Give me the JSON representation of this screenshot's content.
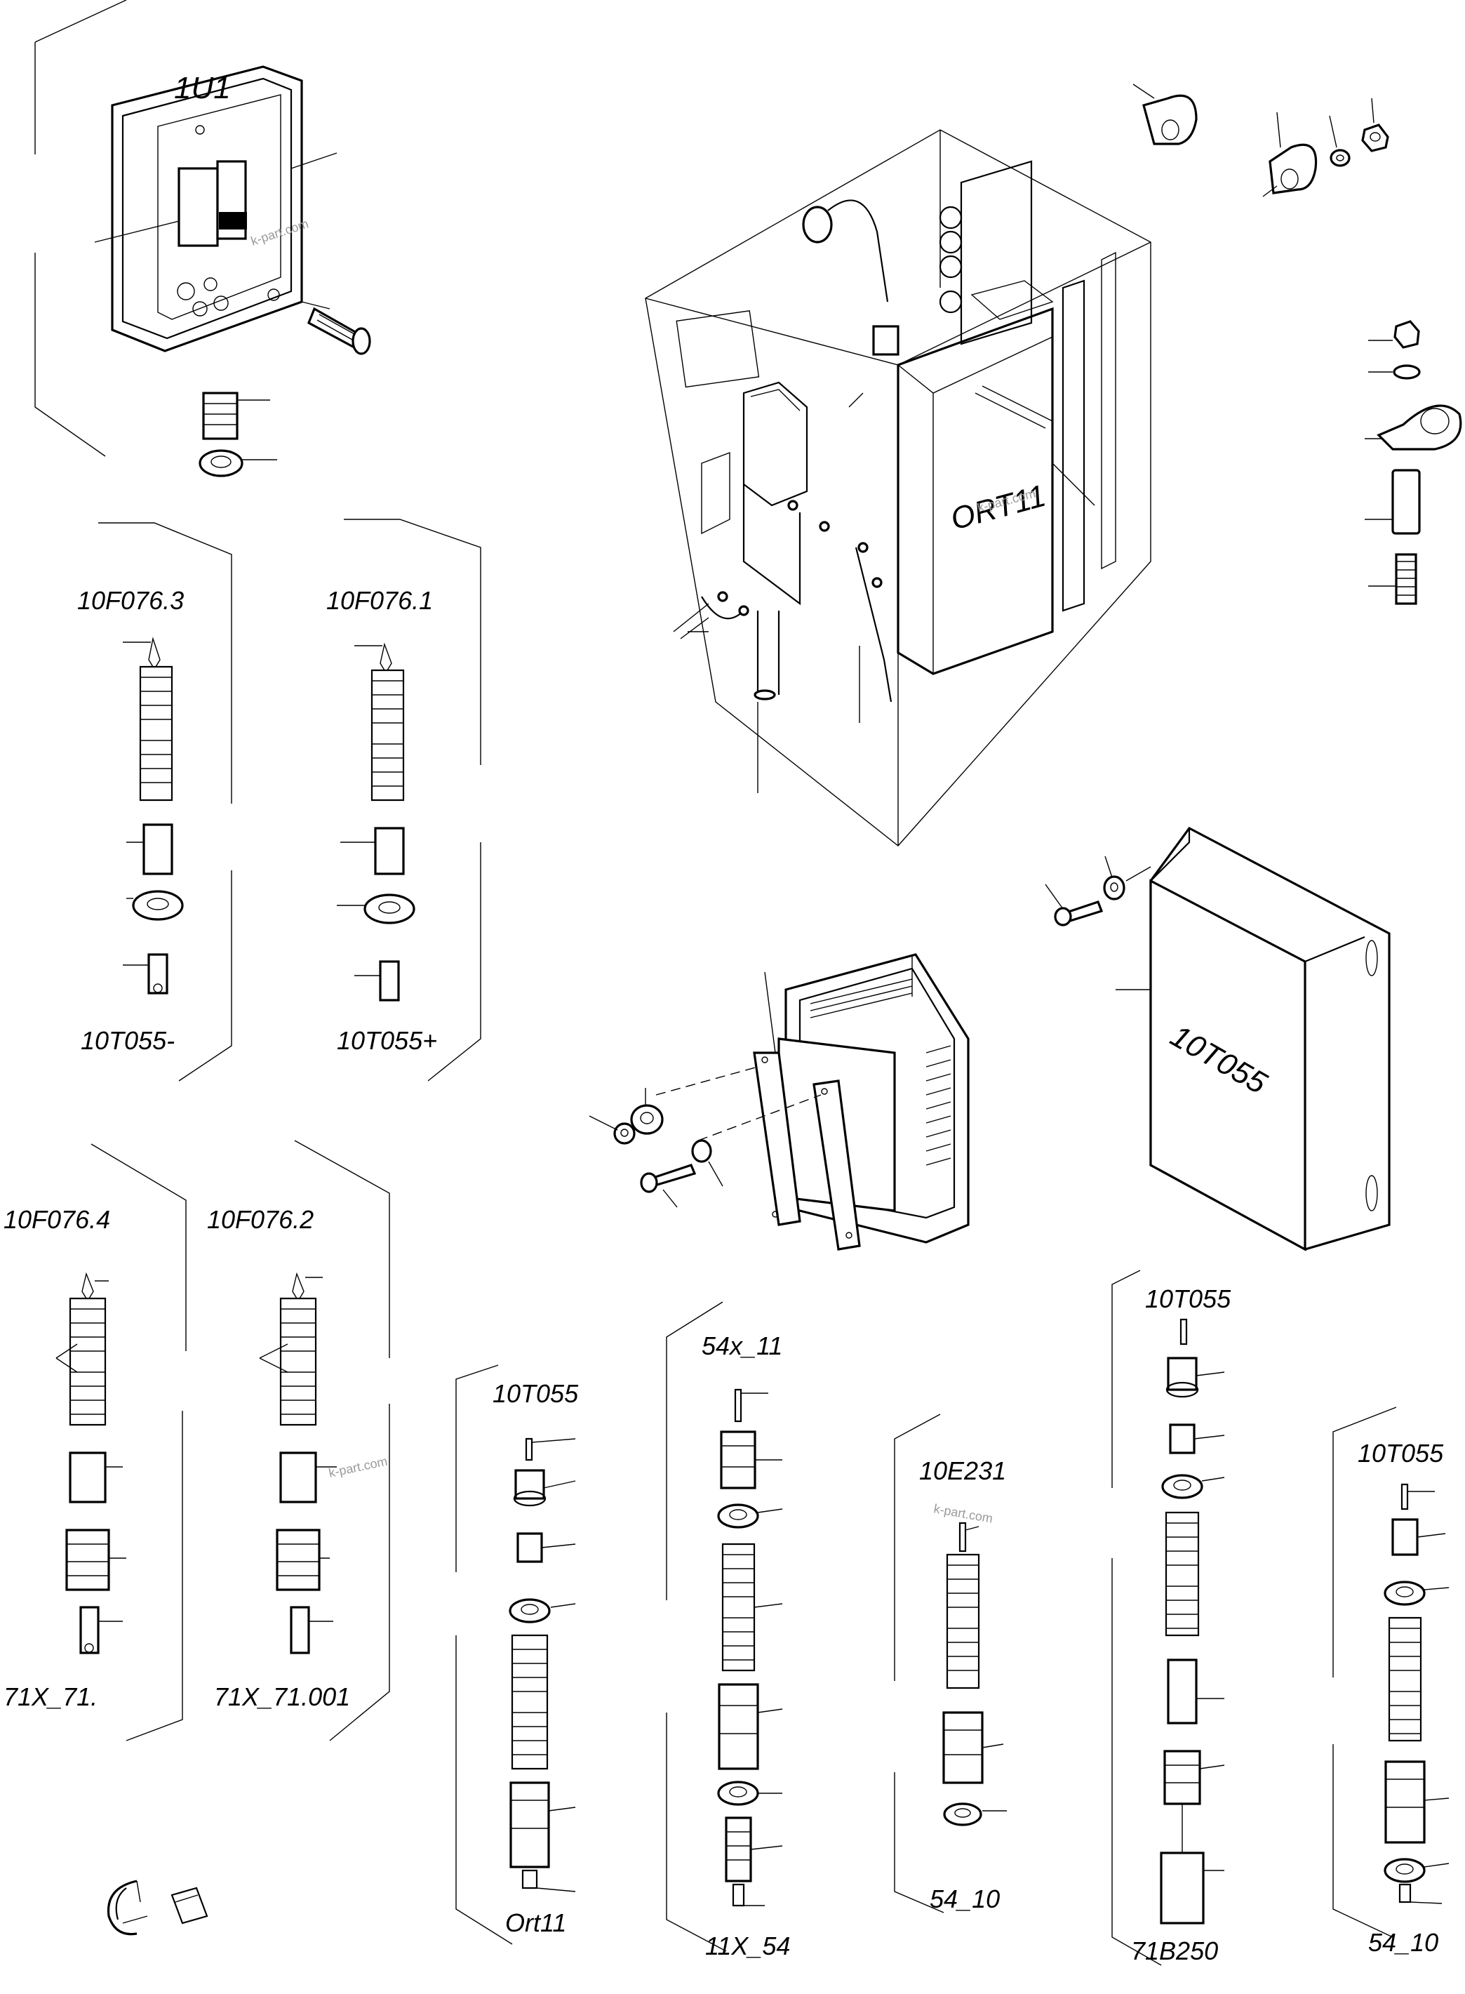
{
  "labels": {
    "breaker_box": "1U1",
    "cabinet": "ORT11",
    "main_unit": "10T055",
    "fuse_3": "10F076.3",
    "fuse_1": "10F076.1",
    "term_minus": "10T055-",
    "term_plus": "10T055+",
    "fuse_4": "10F076.4",
    "fuse_2": "10F076.2",
    "x71": "71X_71.",
    "x71_001": "71X_71.001",
    "g1_top": "10T055",
    "g1_bottom": "Ort11",
    "g2_top": "54x_11",
    "g2_bottom": "11X_54",
    "g3_top": "10E231",
    "g3_bottom": "54_10",
    "g4_top": "10T055",
    "g4_bottom": "71B250",
    "g5_top": "10T055",
    "g5_bottom": "54_10"
  },
  "watermarks": [
    "k-part.com",
    "k-part.com",
    "k-part.com",
    "k-part.com"
  ]
}
